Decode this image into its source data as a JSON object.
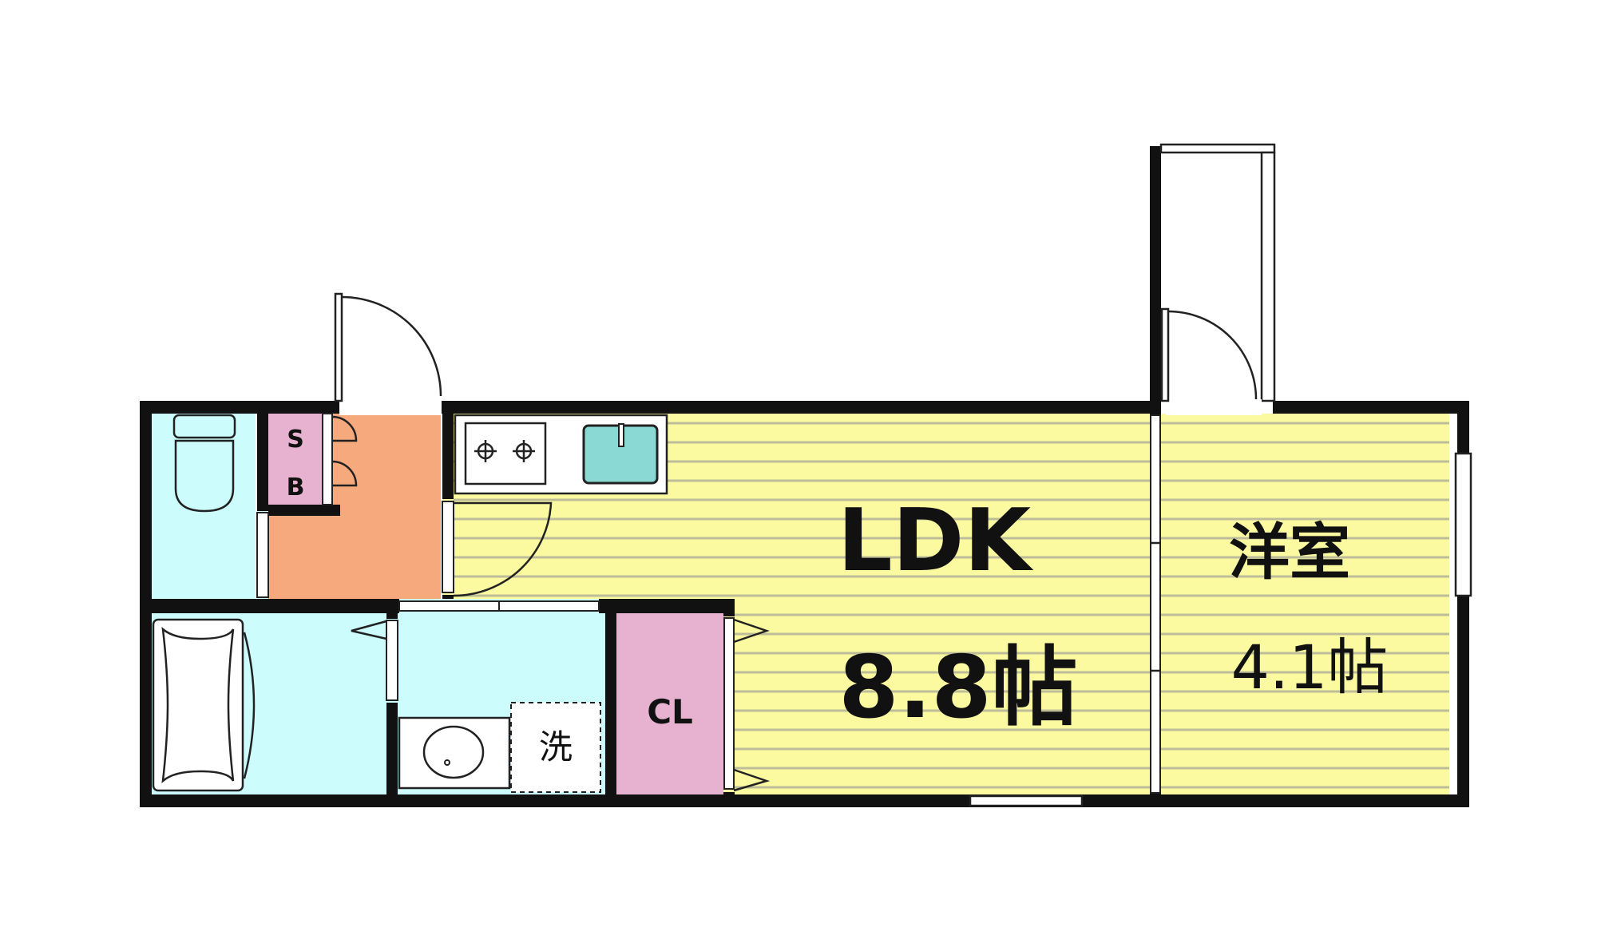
{
  "rooms": {
    "ldk": {
      "name": "LDK",
      "size": "8.8帖"
    },
    "western": {
      "name": "洋室",
      "size": "4.1帖"
    },
    "shoebox_s": "S",
    "shoebox_b": "B",
    "closet": "CL",
    "washer": "洗"
  },
  "colors": {
    "floor_yellow": "#fbfaa0",
    "water_cyan": "#ccfcfc",
    "entrance_orange": "#f5a97c",
    "storage_pink": "#e7b1d0",
    "sink_teal": "#8ad9d4",
    "wall": "#111111"
  }
}
